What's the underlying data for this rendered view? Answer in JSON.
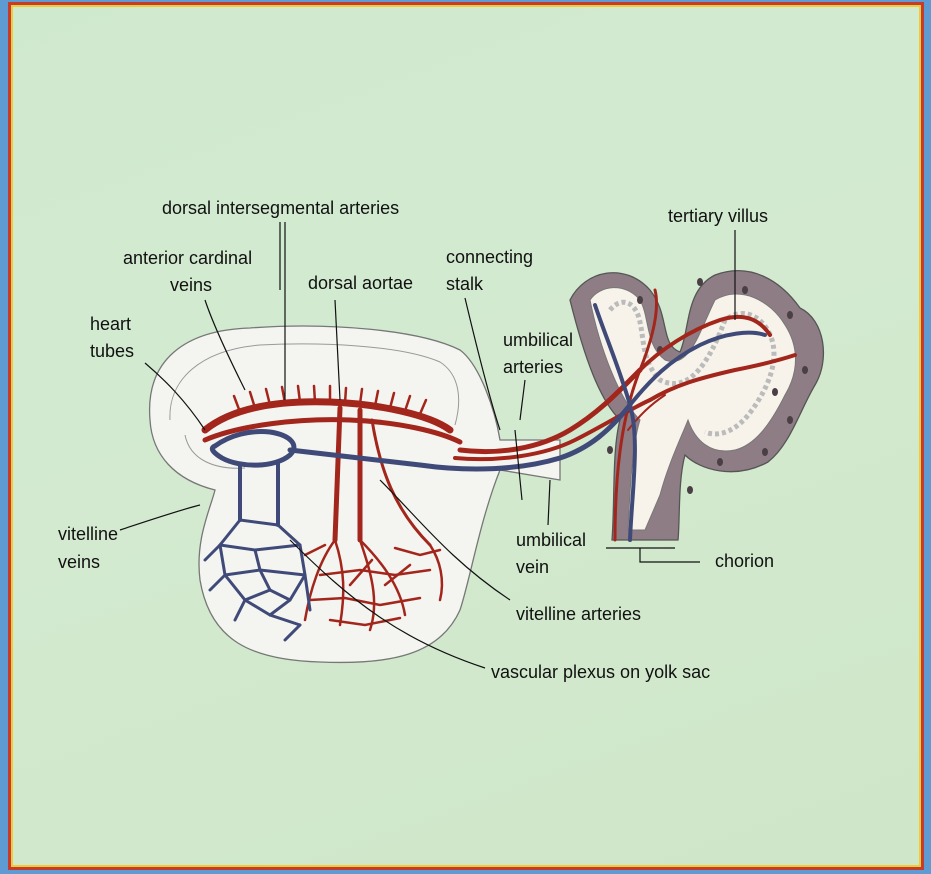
{
  "labels": {
    "dorsal_intersegmental_arteries": "dorsal intersegmental arteries",
    "tertiary_villus": "tertiary villus",
    "anterior_cardinal_veins_1": "anterior cardinal",
    "anterior_cardinal_veins_2": "veins",
    "connecting_stalk_1": "connecting",
    "connecting_stalk_2": "stalk",
    "dorsal_aortae": "dorsal aortae",
    "heart_tubes_1": "heart",
    "heart_tubes_2": "tubes",
    "umbilical_arteries_1": "umbilical",
    "umbilical_arteries_2": "arteries",
    "vitelline_veins_1": "vitelline",
    "vitelline_veins_2": "veins",
    "umbilical_vein_1": "umbilical",
    "umbilical_vein_2": "vein",
    "chorion": "chorion",
    "vitelline_arteries": "vitelline arteries",
    "vascular_plexus": "vascular plexus on yolk sac"
  },
  "colors": {
    "artery": "#a3261c",
    "vein": "#3f4a78",
    "chorion": "#8f7d86",
    "embryo": "#f4f4f0"
  }
}
